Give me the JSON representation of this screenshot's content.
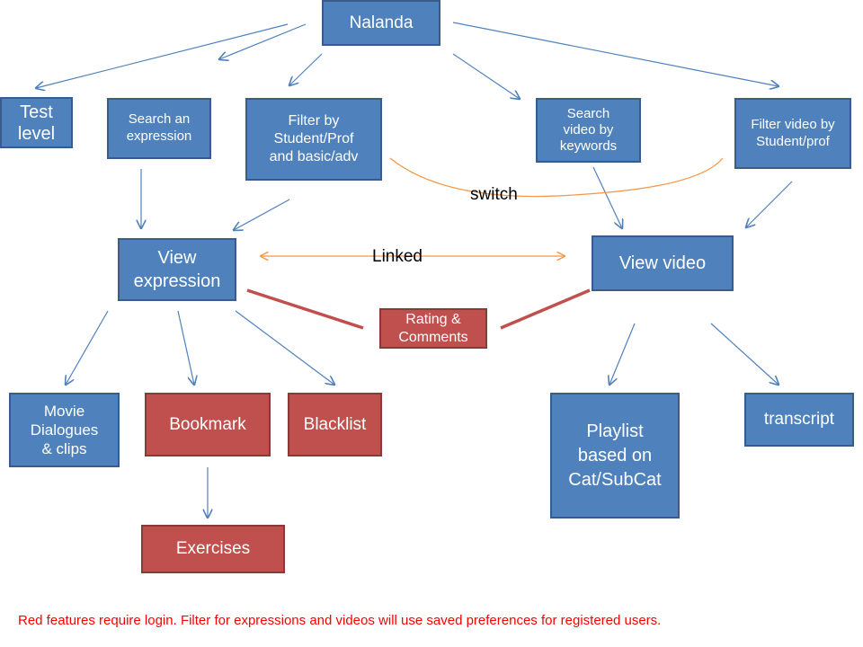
{
  "nodes": {
    "nalanda": "Nalanda",
    "test_level": "Test\nlevel",
    "search_expression": "Search an\nexpression",
    "filter_student_prof": "Filter by\nStudent/Prof\nand basic/adv",
    "search_video_keywords": "Search\nvideo by\nkeywords",
    "filter_video": "Filter video by\nStudent/prof",
    "view_expression": "View\nexpression",
    "view_video": "View video",
    "rating_comments": "Rating &\nComments",
    "movie_dialogues": "Movie\nDialogues\n& clips",
    "bookmark": "Bookmark",
    "blacklist": "Blacklist",
    "exercises": "Exercises",
    "playlist": "Playlist\nbased on\nCat/SubCat",
    "transcript": "transcript"
  },
  "labels": {
    "switch": "switch",
    "linked": "Linked"
  },
  "footer_note": "Red features require login. Filter for expressions and videos  will use saved preferences for registered users.",
  "colors": {
    "node_blue": "#4f81bd",
    "node_red": "#c0504d",
    "arrow_blue": "#4f81bd",
    "connector_orange": "#f79646",
    "connector_red": "#c0504d",
    "note_text": "#ff0000"
  }
}
